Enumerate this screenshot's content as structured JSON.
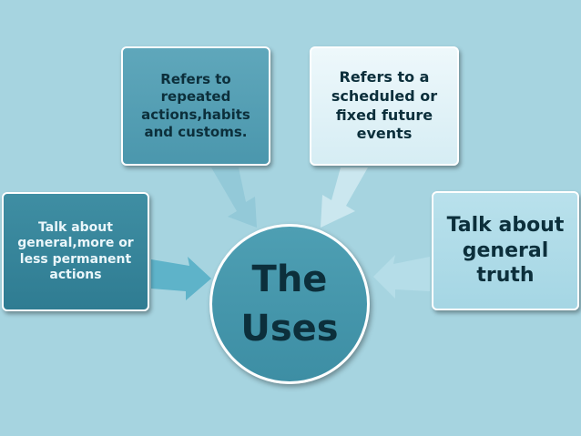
{
  "center": {
    "label": "The\nUses"
  },
  "boxes": {
    "left": "Talk about general,more or less permanent actions",
    "top_left": "Refers to repeated actions,habits and customs.",
    "top_right": "Refers to a scheduled or fixed future events",
    "right": "Talk about general truth"
  },
  "colors": {
    "background": "#a6d4e0",
    "dark_teal": "#2f7c92",
    "mid_teal": "#4b97ad",
    "pale": "#d6edf4",
    "light": "#a5d6e4",
    "border": "#ffffff"
  }
}
